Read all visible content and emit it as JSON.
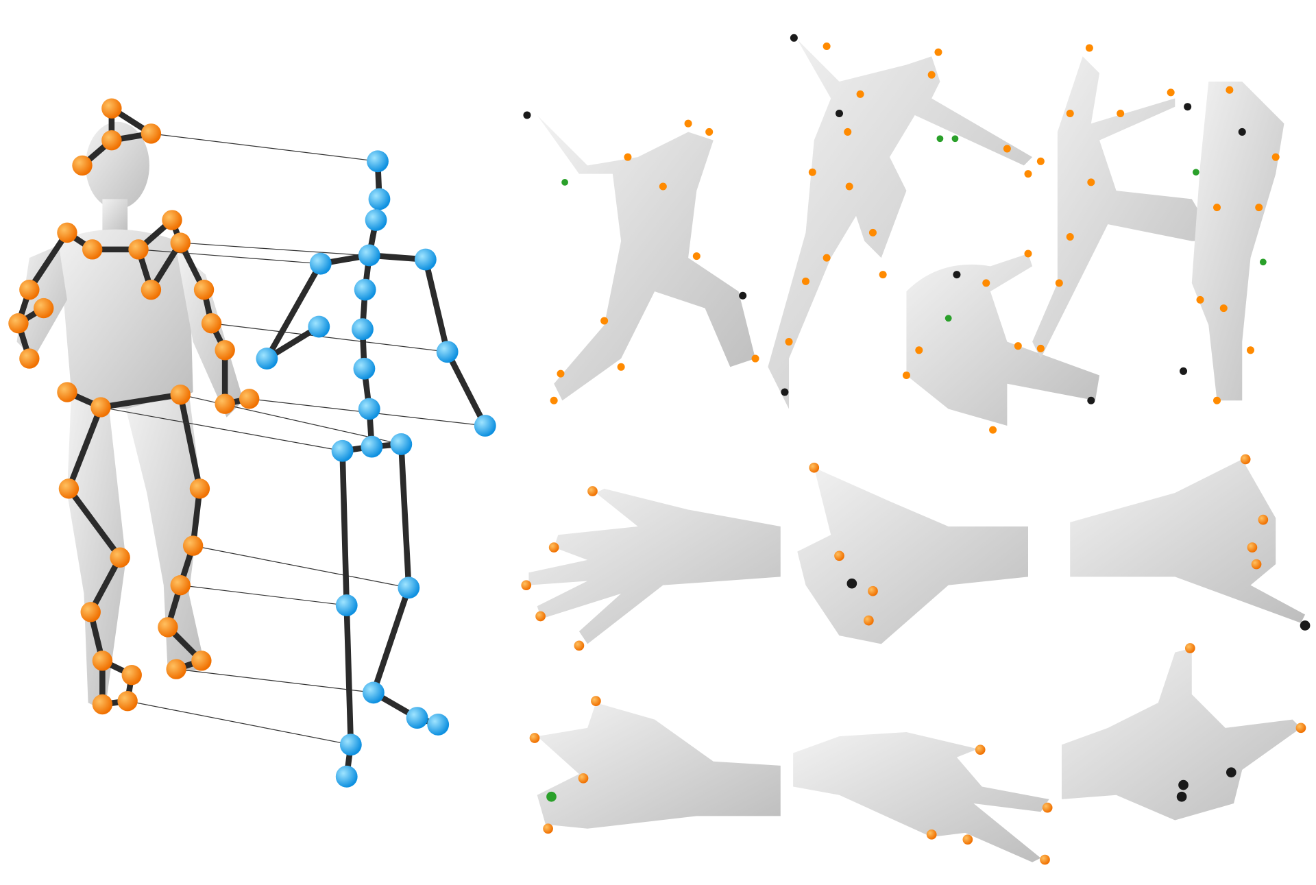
{
  "figure": {
    "colors": {
      "body_marker": "#ff8a00",
      "skeleton_joint": "#1ea7f0",
      "bone": "#2b2b2b",
      "mesh": "#d8d8d8",
      "missing_marker": "#1a1a1a",
      "extra_marker": "#2aa02a"
    },
    "panels": [
      "body-markers-to-skeleton",
      "body-pose-examples",
      "hand-pose-examples"
    ]
  }
}
